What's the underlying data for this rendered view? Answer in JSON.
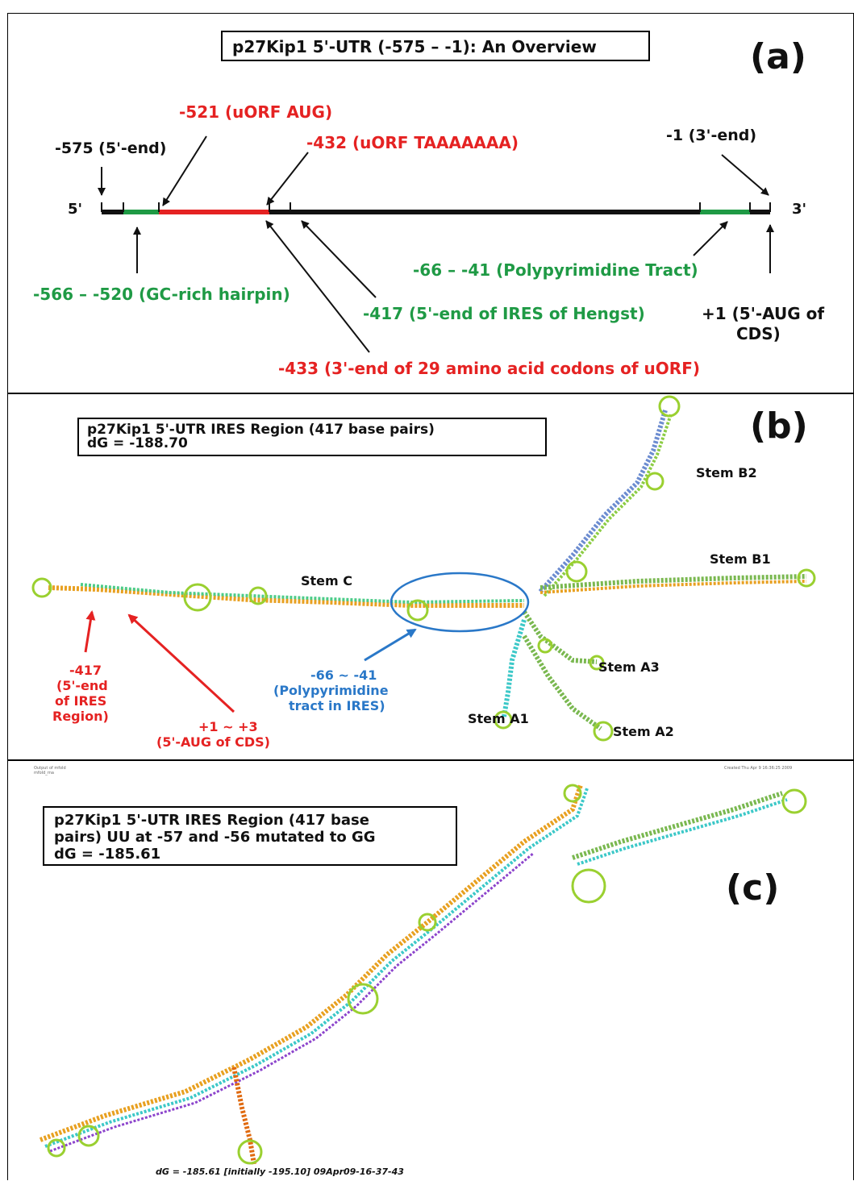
{
  "panel_a": {
    "title": "p27Kip1  5'-UTR (-575 – -1): An Overview",
    "letter": "(a)",
    "five_prime": "5'",
    "three_prime": "3'",
    "labels": {
      "l575": "-575 (5'-end)",
      "l521": "-521 (uORF AUG)",
      "l432": "-432 (uORF TAAAAAAA)",
      "l1": "-1 (3'-end)",
      "l566": "-566 – -520 (GC-rich hairpin)",
      "l66": "-66 – -41 (Polypyrimidine Tract)",
      "l417": "-417 (5'-end of IRES of Hengst)",
      "lp1a": "+1 (5'-AUG of",
      "lp1b": "CDS)",
      "l433": "-433 (3'-end of 29 amino acid codons of uORF)"
    }
  },
  "panel_b": {
    "title_line1": "p27Kip1 5'-UTR IRES Region (417 base pairs)",
    "title_line2": "dG = -188.70",
    "letter": "(b)",
    "stems": {
      "b2": "Stem B2",
      "b1": "Stem B1",
      "c": "Stem C",
      "a3": "Stem A3",
      "a1": "Stem A1",
      "a2": "Stem A2"
    },
    "annot_417": [
      "-417",
      "(5'-end",
      "of IRES",
      "Region)"
    ],
    "annot_plus1": [
      "+1 ~ +3",
      "(5'-AUG of CDS)"
    ],
    "annot_66": [
      "-66 ~ -41",
      "(Polypyrimidine",
      "tract in IRES)"
    ]
  },
  "panel_c": {
    "title_line1": "p27Kip1 5'-UTR IRES Region (417 base",
    "title_line2": "pairs) UU at -57 and -56  mutated to GG",
    "title_line3": "dG = -185.61",
    "letter": "(c)",
    "footer": "dG = -185.61 [initially -195.10] 09Apr09-16-37-43",
    "header_left_1": "Output of mfold",
    "header_left_2": "mfold_rna",
    "header_right": "Created Thu Apr 9 16:36:25 2009"
  }
}
